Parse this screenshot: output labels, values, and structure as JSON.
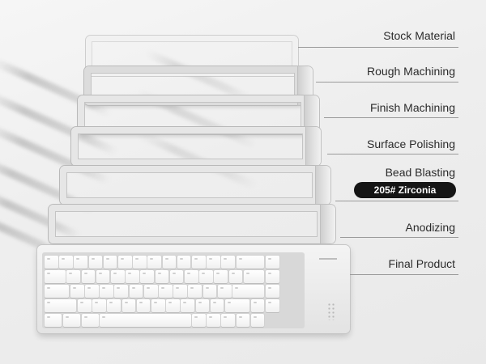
{
  "stages": [
    {
      "label": "Stock Material"
    },
    {
      "label": "Rough Machining"
    },
    {
      "label": "Finish Machining"
    },
    {
      "label": "Surface Polishing"
    },
    {
      "label": "Bead Blasting",
      "badge": "205# Zirconia"
    },
    {
      "label": "Anodizing"
    },
    {
      "label": "Final Product"
    }
  ],
  "colors": {
    "background": "#efefef",
    "badge_background": "#151515",
    "badge_text": "#ffffff",
    "label_text": "#2b2b2b",
    "leader_line": "#9a9a9a"
  }
}
